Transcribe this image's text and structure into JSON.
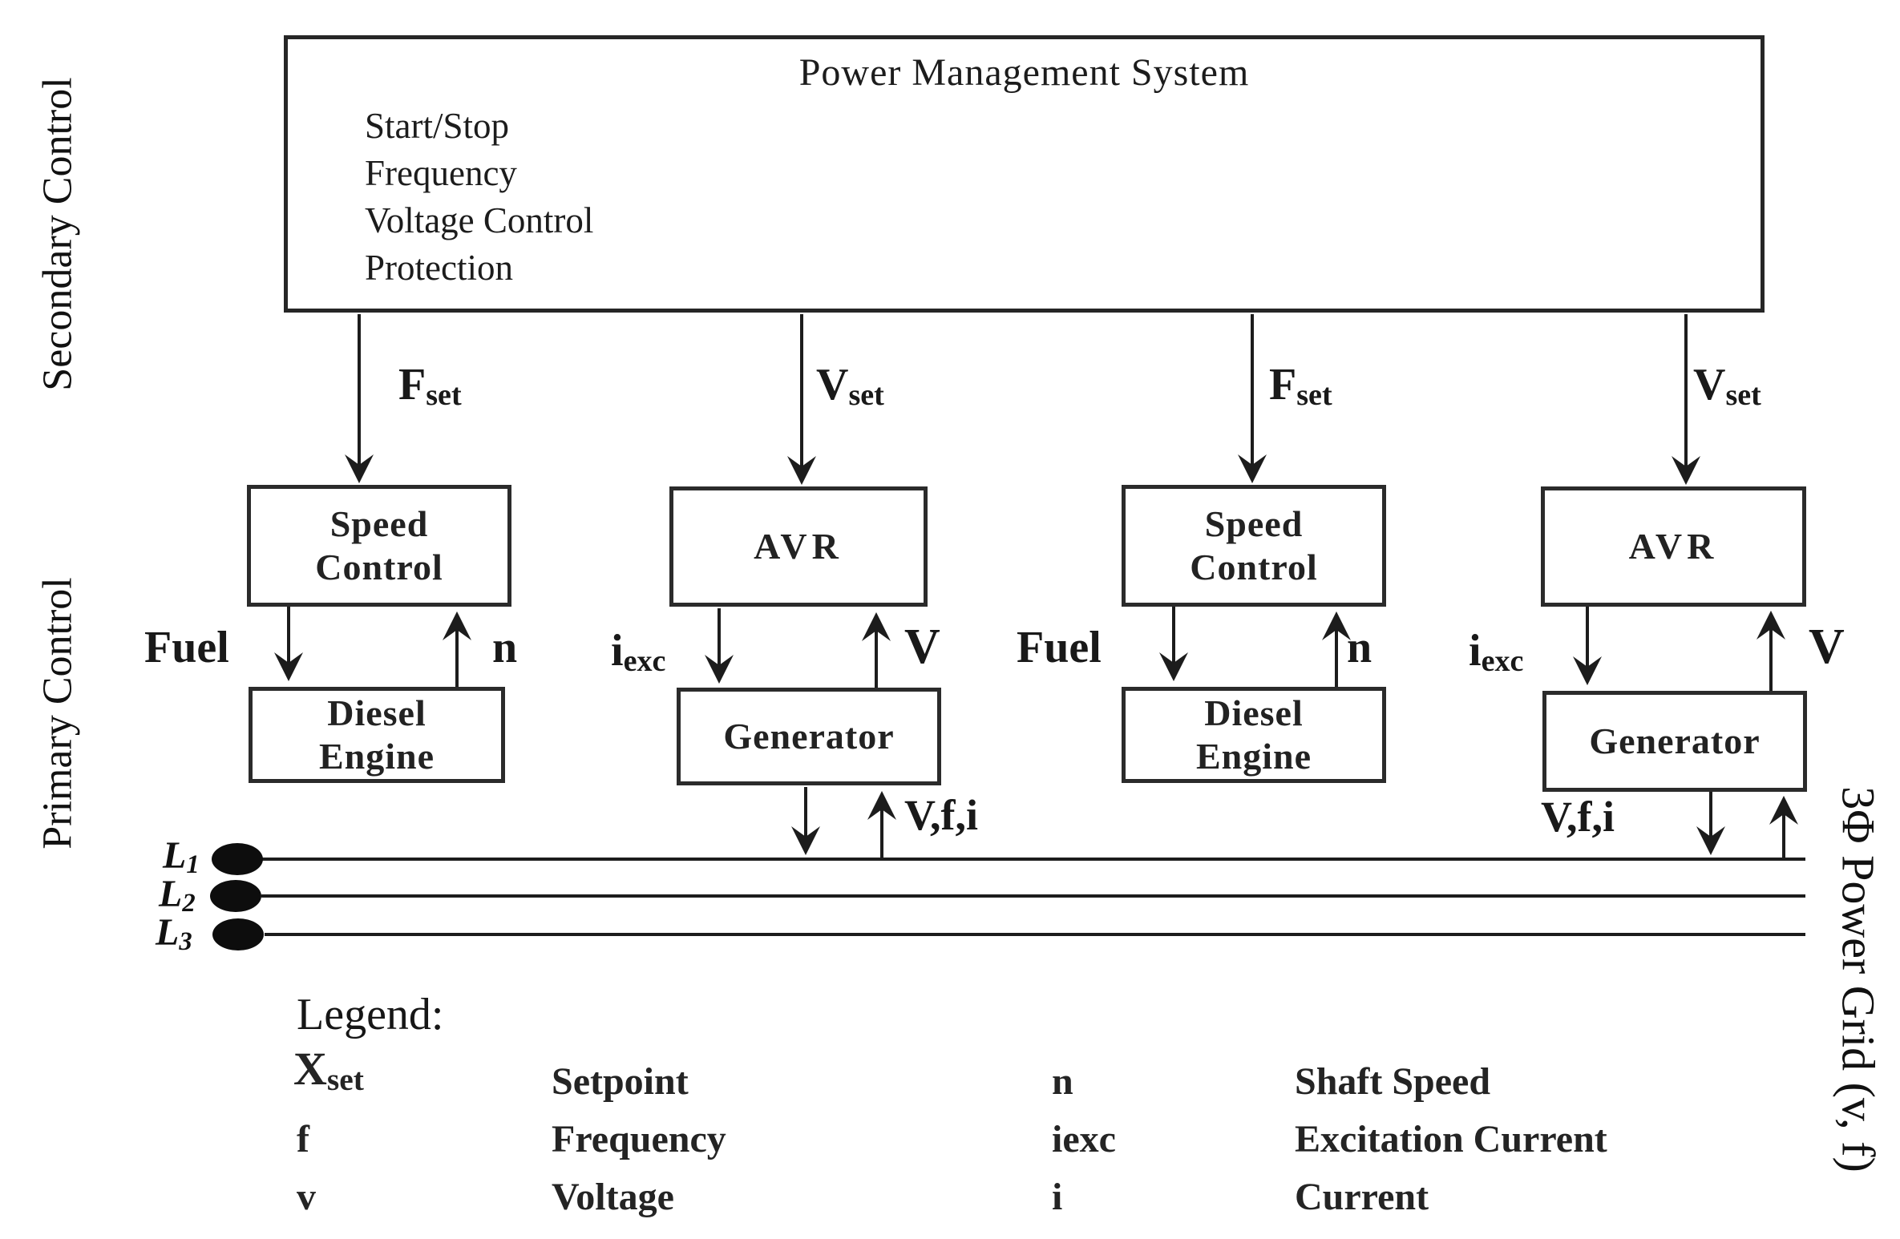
{
  "side_labels": {
    "secondary": "Secondary Control",
    "primary": "Primary Control",
    "grid": "3Φ Power Grid (v, f)"
  },
  "pms": {
    "title": "Power Management System",
    "functions": [
      "Start/Stop",
      "Frequency",
      "Voltage Control",
      "Protection"
    ]
  },
  "blocks": {
    "speed_control": "Speed Control",
    "avr": "AVR",
    "diesel_engine": "Diesel Engine",
    "generator": "Generator"
  },
  "signals": {
    "fset": {
      "base": "F",
      "sub": "set"
    },
    "vset": {
      "base": "V",
      "sub": "set"
    },
    "fuel": "Fuel",
    "n": "n",
    "iexc": {
      "base": "i",
      "sub": "exc"
    },
    "v": "V",
    "vfi": "V,f,i"
  },
  "bus": {
    "lines": [
      {
        "base": "L",
        "sub": "1"
      },
      {
        "base": "L",
        "sub": "2"
      },
      {
        "base": "L",
        "sub": "3"
      }
    ]
  },
  "legend": {
    "title": "Legend:",
    "entries": [
      {
        "symbol": "X",
        "symbol_sub": "set",
        "meaning": "Setpoint"
      },
      {
        "symbol": "f",
        "symbol_sub": "",
        "meaning": "Frequency"
      },
      {
        "symbol": "v",
        "symbol_sub": "",
        "meaning": "Voltage"
      },
      {
        "symbol": "n",
        "symbol_sub": "",
        "meaning": "Shaft Speed"
      },
      {
        "symbol": "iexc",
        "symbol_sub": "",
        "meaning": "Excitation Current"
      },
      {
        "symbol": "i",
        "symbol_sub": "",
        "meaning": "Current"
      }
    ]
  },
  "colors": {
    "ink": "#1c1c1c",
    "background": "#ffffff"
  }
}
